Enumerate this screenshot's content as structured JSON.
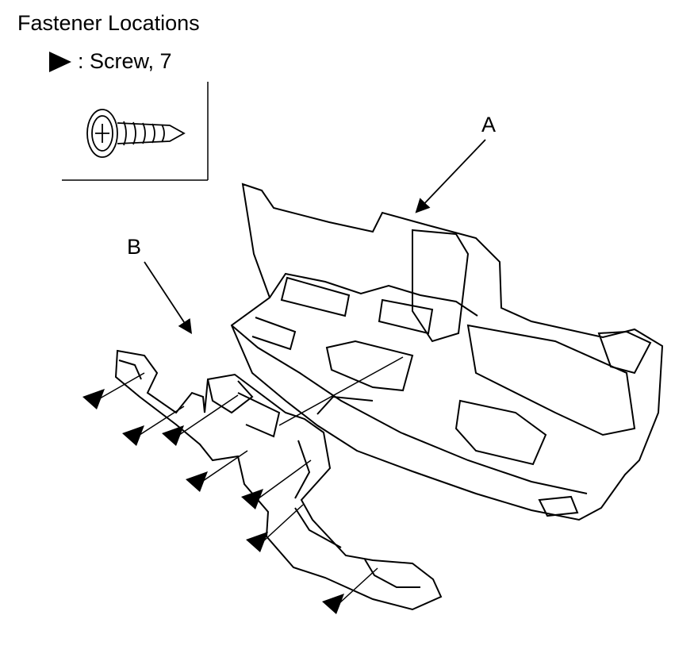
{
  "title": "Fastener Locations",
  "legend": {
    "symbol": "filled-triangle",
    "label": ": Screw, 7"
  },
  "callouts": {
    "a": "A",
    "b": "B"
  }
}
